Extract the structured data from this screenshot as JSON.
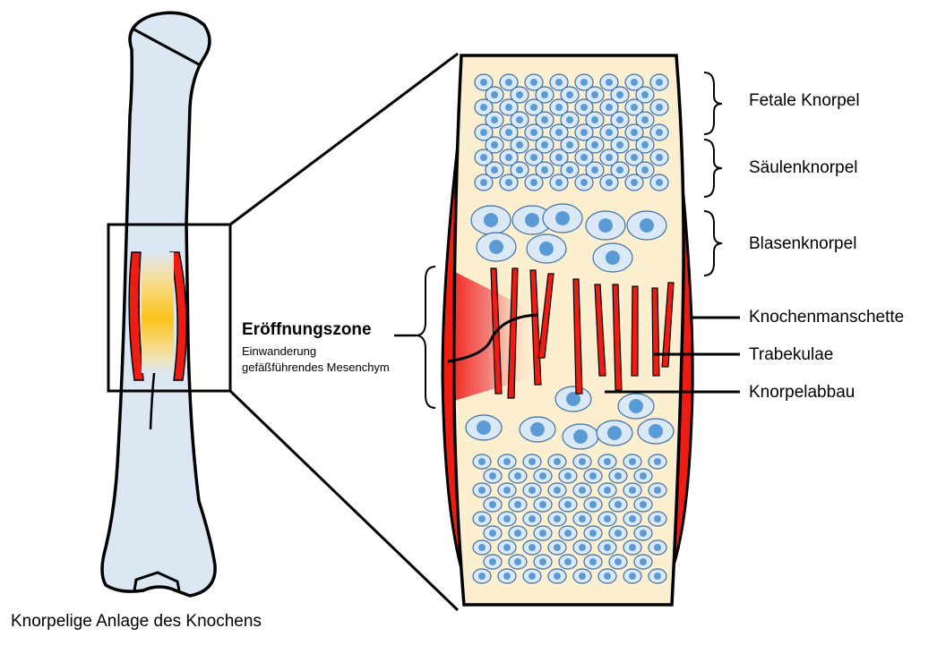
{
  "title": "Knorpelige Anlage des Knochens",
  "labels": {
    "fetale_knorpel": "Fetale Knorpel",
    "saeulenknorpel": "Säulenknorpel",
    "blasenknorpel": "Blasenknorpel",
    "knochenmanschette": "Knochenmanschette",
    "trabekulae": "Trabekulae",
    "knorpelabbau": "Knorpelabbau"
  },
  "eroeffnungszone": {
    "heading": "Eröffnungszone",
    "line1": "Einwanderung",
    "line2": "gefäßführendes Mesenchym"
  },
  "colors": {
    "cartilage": "#fcefd0",
    "bone": "#dce7f4",
    "cell_fill": "#dbe8f6",
    "nucleus": "#5b9bd5",
    "red": "#ee1c12",
    "zone_yellow": "#fcc31a"
  }
}
